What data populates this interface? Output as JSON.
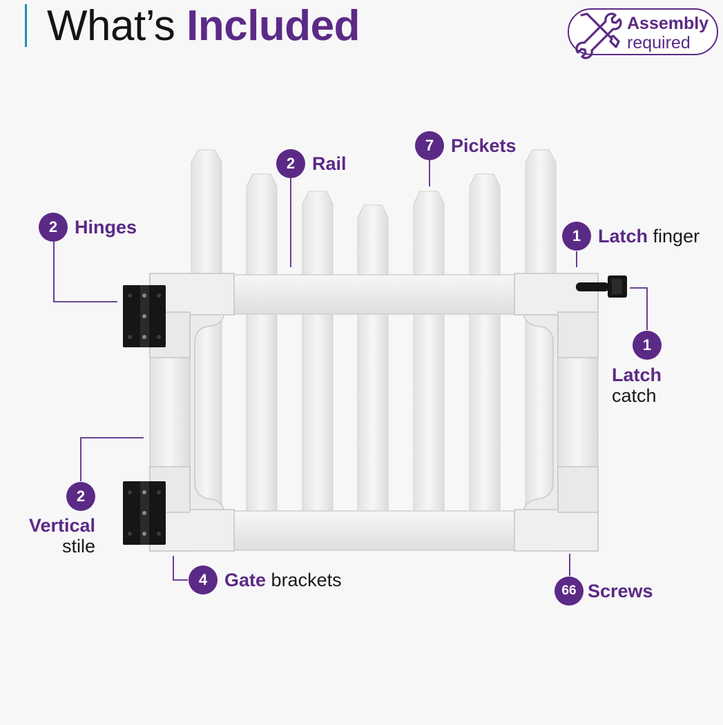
{
  "header": {
    "title_prefix": "What’s",
    "title_highlight": "Included"
  },
  "badge": {
    "icon": "wrench-screwdriver-icon",
    "line1": "Assembly",
    "line2": "required"
  },
  "parts": {
    "hinges": {
      "qty": "2",
      "name": "Hinges",
      "rest": ""
    },
    "rail": {
      "qty": "2",
      "name": "Rail",
      "rest": ""
    },
    "pickets": {
      "qty": "7",
      "name": "Pickets",
      "rest": ""
    },
    "latch_finger": {
      "qty": "1",
      "name": "Latch",
      "rest": "finger"
    },
    "latch_catch": {
      "qty": "1",
      "name": "Latch",
      "rest": "catch"
    },
    "vertical_stile": {
      "qty": "2",
      "name": "Vertical",
      "rest": "stile"
    },
    "gate_brackets": {
      "qty": "4",
      "name": "Gate",
      "rest": "brackets"
    },
    "screws": {
      "qty": "66",
      "name": "Screws",
      "rest": ""
    }
  },
  "colors": {
    "accent": "#5b2a86",
    "title_bar": "#1f8fb8",
    "vinyl_white": "#f2f2f0",
    "hardware_black": "#151515",
    "background": "#f7f7f8"
  }
}
